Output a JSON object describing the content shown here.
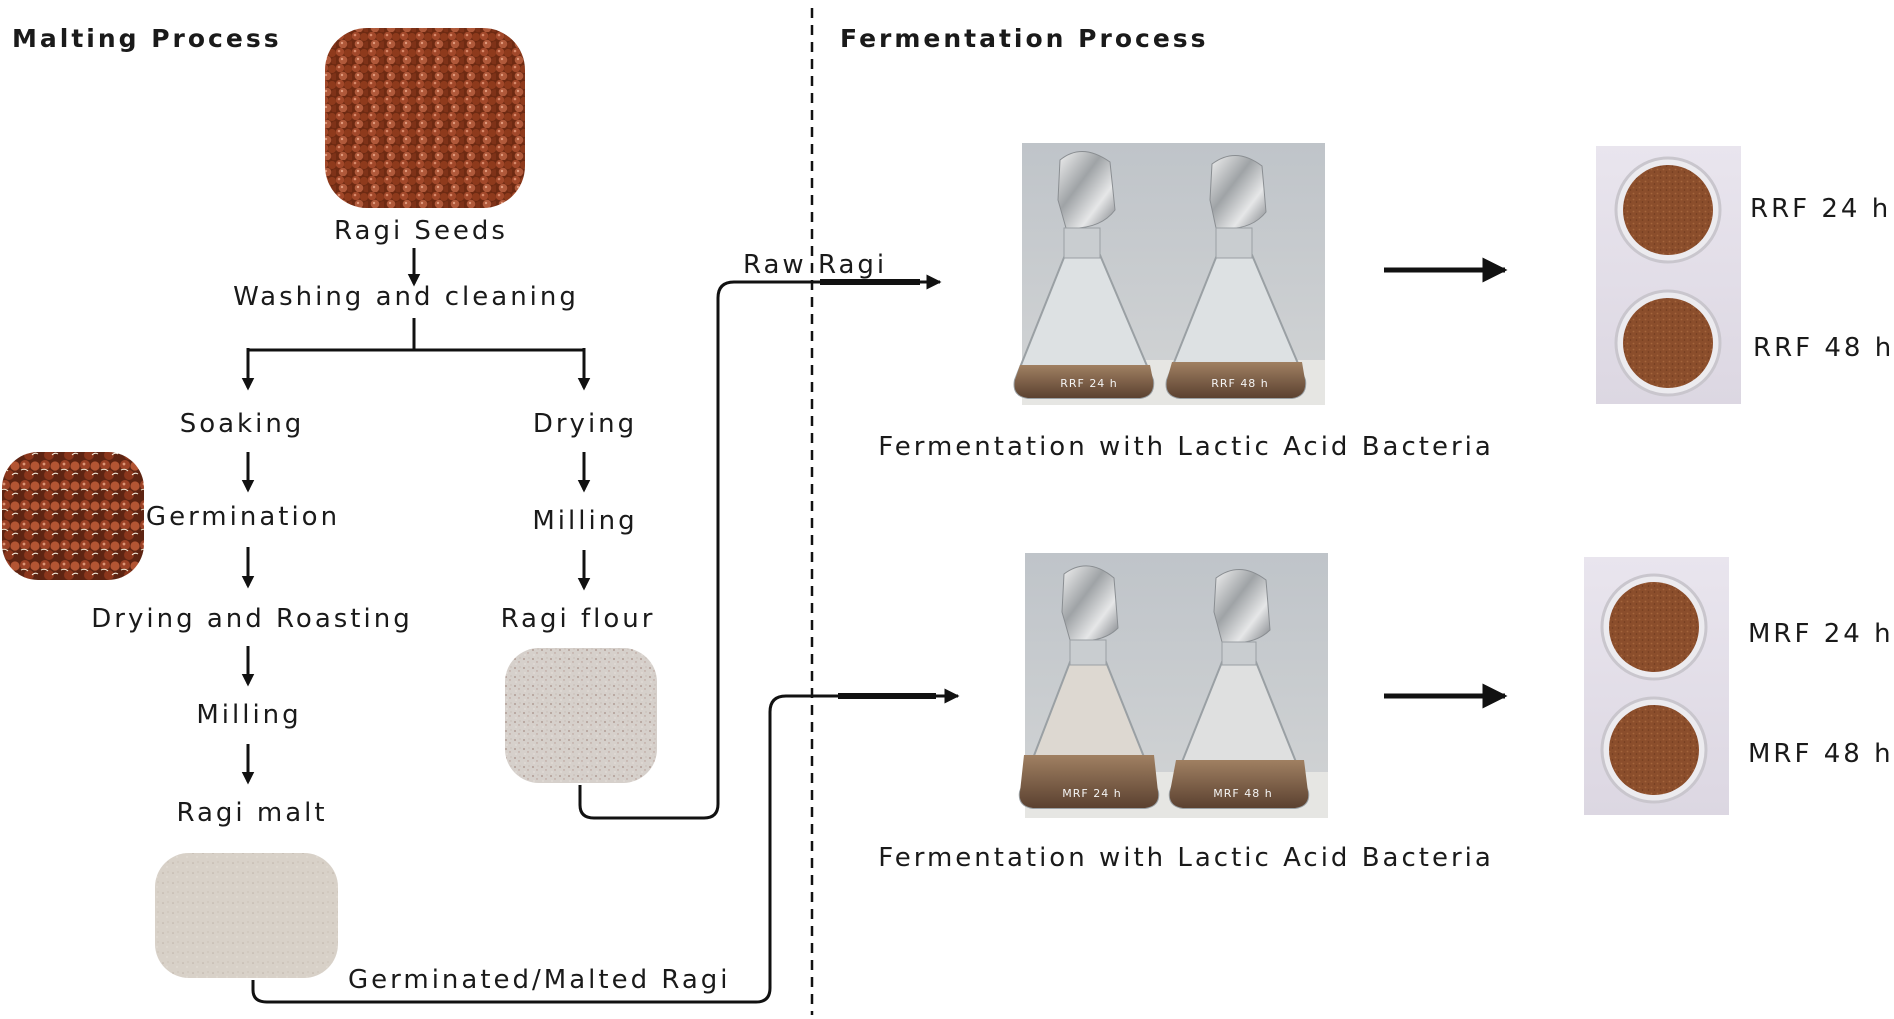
{
  "headers": {
    "malting": "Malting Process",
    "fermentation": "Fermentation Process"
  },
  "malting": {
    "ragi_seeds": "Ragi Seeds",
    "washing": "Washing and cleaning",
    "soaking": "Soaking",
    "germination": "Germination",
    "drying_roasting": "Drying and Roasting",
    "milling_left": "Milling",
    "ragi_malt": "Ragi malt",
    "drying": "Drying",
    "milling_right": "Milling",
    "ragi_flour": "Ragi flour"
  },
  "routes": {
    "raw_ragi": "Raw Ragi",
    "malted_ragi": "Germinated/Malted Ragi"
  },
  "fermentation": {
    "top": {
      "caption": "Fermentation with Lactic Acid Bacteria",
      "flask_labels": [
        "RRF 24 h",
        "RRF 48 h"
      ],
      "products": [
        "RRF 24 h",
        "RRF 48 h"
      ]
    },
    "bottom": {
      "caption": "Fermentation with Lactic Acid Bacteria",
      "flask_labels": [
        "MRF 24 h",
        "MRF 48 h"
      ],
      "products": [
        "MRF 24 h",
        "MRF 48 h"
      ]
    }
  },
  "colors": {
    "seed": "#8e3a1c",
    "flour": "#d9d4cf",
    "broth": "#8a6a4c",
    "powder": "#8a4a28"
  }
}
